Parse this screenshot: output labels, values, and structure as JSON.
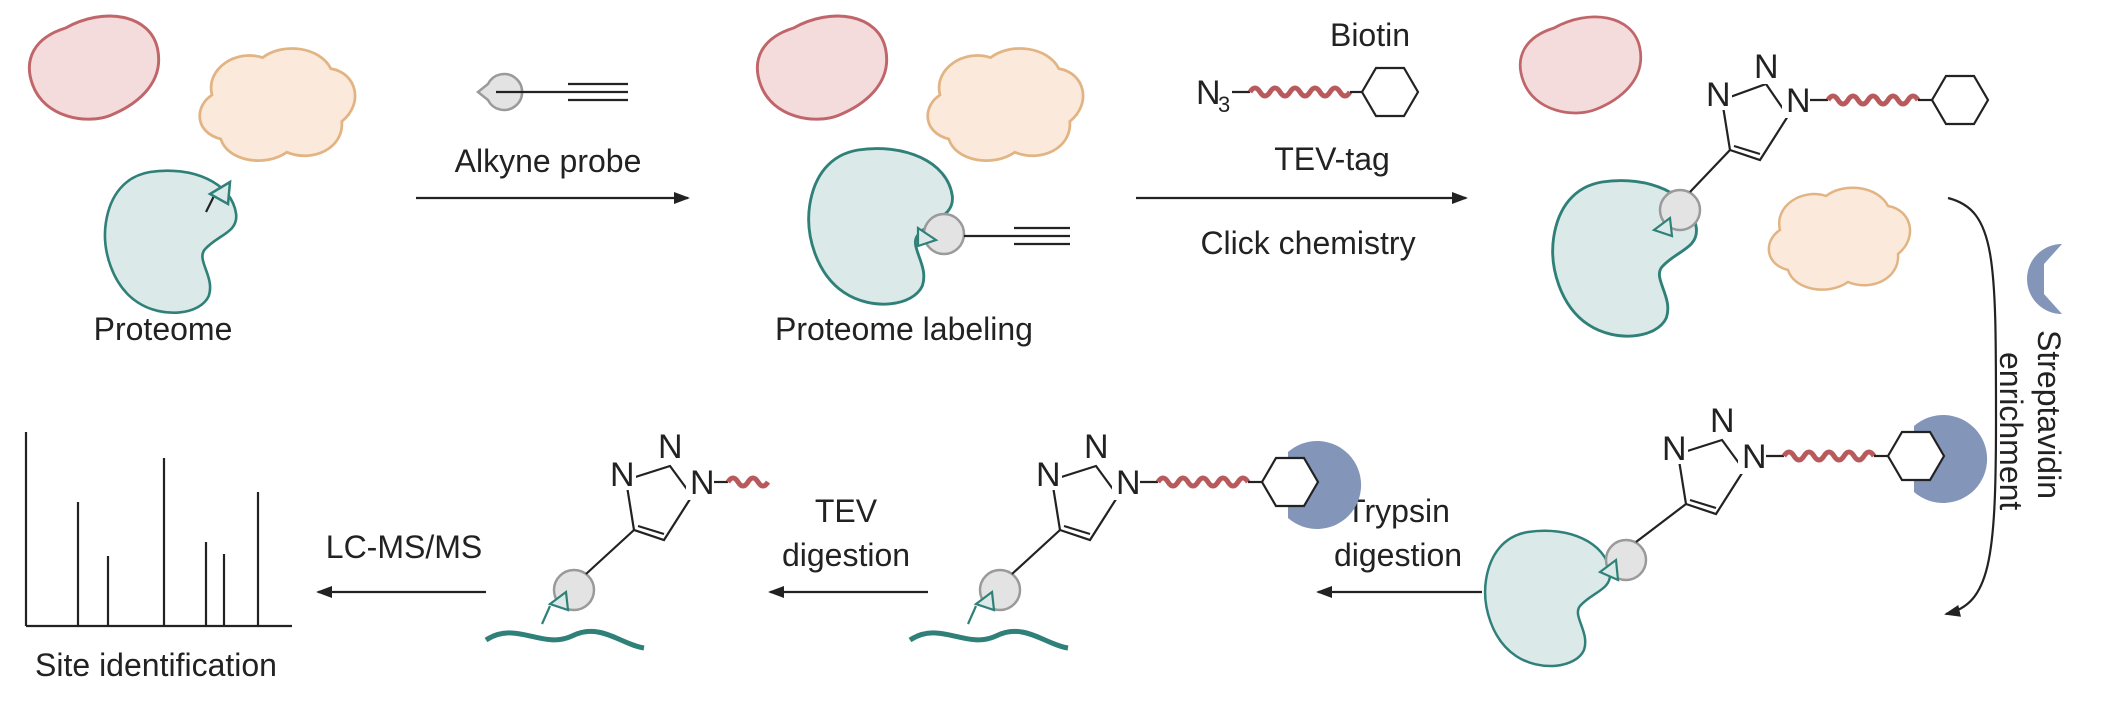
{
  "labels": {
    "proteome": "Proteome",
    "alkyne_probe": "Alkyne probe",
    "proteome_labeling": "Proteome labeling",
    "biotin": "Biotin",
    "azide_N": "N",
    "azide_sub": "3",
    "tev_tag": "TEV-tag",
    "click_chemistry": "Click chemistry",
    "streptavidin": "Streptavidin",
    "enrichment": "enrichment",
    "trypsin": "Trypsin",
    "digestion": "digestion",
    "tev": "TEV",
    "tev_digestion": "digestion",
    "lcms": "LC-MS/MS",
    "site_identification": "Site identification",
    "atom_N": "N"
  },
  "colors": {
    "protein_red_fill": "#f5dcdc",
    "protein_red_stroke": "#c0666a",
    "protein_peach_fill": "#fbeadb",
    "protein_peach_stroke": "#e2b483",
    "protein_teal_fill": "#dbe9e8",
    "protein_teal_stroke": "#2f8079",
    "linker": "#b85a5c",
    "probe_grey_fill": "#e3e3e3",
    "probe_grey_stroke": "#9a9a9a",
    "streptavidin": "#8396b9",
    "ink": "#222222"
  }
}
